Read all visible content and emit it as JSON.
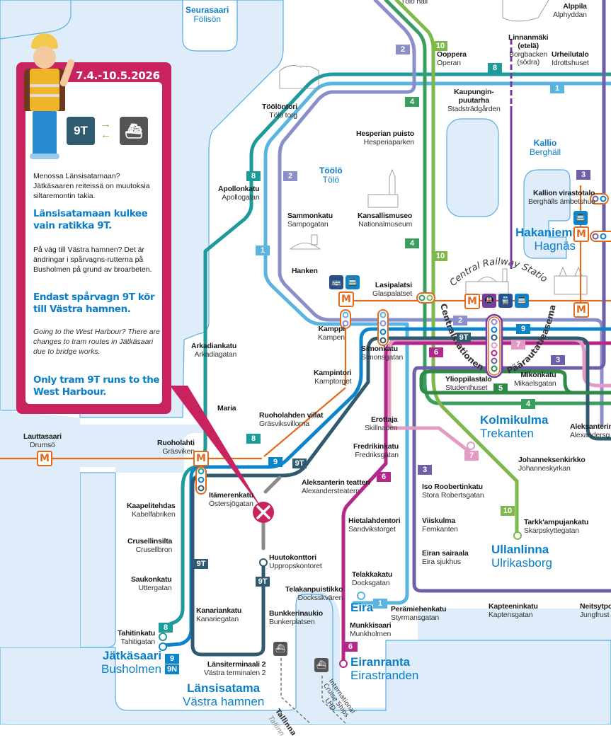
{
  "map": {
    "colors": {
      "water": "#deedf9",
      "shore": "#5aaee0",
      "metro": "#e06b1f",
      "line_1": "#5ab4e0",
      "line_2": "#8b8fc9",
      "line_3": "#6f5fa8",
      "line_4": "#3a9e5f",
      "line_5": "#2e8a45",
      "line_6": "#b3288a",
      "line_7": "#e39bc4",
      "line_8": "#1d9a9a",
      "line_9": "#0c84c9",
      "line_9T": "#2f5a70",
      "line_10": "#7cb84a",
      "alert": "#c8235f",
      "district_text": "#0a7fc8"
    },
    "route_badges": [
      {
        "id": "b2-top",
        "label": "2",
        "line": "2"
      },
      {
        "id": "b10-top",
        "label": "10",
        "line": "10"
      },
      {
        "id": "b8-top",
        "label": "8",
        "line": "8"
      },
      {
        "id": "b1-top",
        "label": "1",
        "line": "1"
      },
      {
        "id": "b4-top",
        "label": "4",
        "line": "4"
      },
      {
        "id": "b8-left",
        "label": "8",
        "line": "8"
      },
      {
        "id": "b2-left",
        "label": "2",
        "line": "2"
      },
      {
        "id": "b1-left",
        "label": "1",
        "line": "1"
      },
      {
        "id": "b4-mid",
        "label": "4",
        "line": "4"
      },
      {
        "id": "b10-mid",
        "label": "10",
        "line": "10"
      },
      {
        "id": "b3-right",
        "label": "3",
        "line": "3"
      },
      {
        "id": "b2-center",
        "label": "2",
        "line": "2"
      },
      {
        "id": "b9-center",
        "label": "9",
        "line": "9"
      },
      {
        "id": "b9T-center",
        "label": "9T",
        "line": "9T"
      },
      {
        "id": "b7-center",
        "label": "7",
        "line": "7"
      },
      {
        "id": "b6-center",
        "label": "6",
        "line": "6"
      },
      {
        "id": "b3-center",
        "label": "3",
        "line": "3"
      },
      {
        "id": "b5-center",
        "label": "5",
        "line": "5"
      },
      {
        "id": "b4-center",
        "label": "4",
        "line": "4"
      },
      {
        "id": "b7-south",
        "label": "7",
        "line": "7"
      },
      {
        "id": "b3-south",
        "label": "3",
        "line": "3"
      },
      {
        "id": "b6-south",
        "label": "6",
        "line": "6"
      },
      {
        "id": "b10-south",
        "label": "10",
        "line": "10"
      },
      {
        "id": "b8-maria",
        "label": "8",
        "line": "8"
      },
      {
        "id": "b9-ruoho",
        "label": "9",
        "line": "9"
      },
      {
        "id": "b9T-ruoho",
        "label": "9T",
        "line": "9T"
      },
      {
        "id": "b9T-west",
        "label": "9T",
        "line": "9T"
      },
      {
        "id": "b9T-huuto",
        "label": "9T",
        "line": "9T"
      },
      {
        "id": "b8-tahiti",
        "label": "8",
        "line": "8"
      },
      {
        "id": "b9-jatka",
        "label": "9",
        "line": "9"
      },
      {
        "id": "b9N-jatka",
        "label": "9N",
        "line": "9"
      },
      {
        "id": "b1-eira",
        "label": "1",
        "line": "1"
      },
      {
        "id": "b6-eira",
        "label": "6",
        "line": "6"
      }
    ],
    "stops": [
      {
        "id": "toolo-hall",
        "fi": "",
        "sv": "Tölö hall"
      },
      {
        "id": "ooppera",
        "fi": "Ooppera",
        "sv": "Operan"
      },
      {
        "id": "kaupunginpuutarha",
        "fi": "Kaupungin-\npuutarha",
        "sv": "Stadsträdgården"
      },
      {
        "id": "linnanmaki",
        "fi": "Linnanmäki\n(etelä)",
        "sv": "Borgbacken\n(södra)"
      },
      {
        "id": "urheilutalo",
        "fi": "Urheilutalo",
        "sv": "Idrottshuset"
      },
      {
        "id": "alppila",
        "fi": "Alppila",
        "sv": "Alphyddan"
      },
      {
        "id": "toolontori",
        "fi": "Töölöntori",
        "sv": "Tölö torg"
      },
      {
        "id": "hesperian-puisto",
        "fi": "Hesperian puisto",
        "sv": "Hesperiaparken"
      },
      {
        "id": "apollonkatu",
        "fi": "Apollonkatu",
        "sv": "Apollogatan"
      },
      {
        "id": "sammonkatu",
        "fi": "Sammonkatu",
        "sv": "Sampogatan"
      },
      {
        "id": "kansallismuseo",
        "fi": "Kansallismuseo",
        "sv": "Nationalmuseum"
      },
      {
        "id": "kallion-virastotalo",
        "fi": "Kallion virastotalo",
        "sv": "Berghälls ämbetshus"
      },
      {
        "id": "hanken",
        "fi": "Hanken",
        "sv": ""
      },
      {
        "id": "lasipalatsi",
        "fi": "Lasipalatsi",
        "sv": "Glaspalatset"
      },
      {
        "id": "kamppi",
        "fi": "Kamppi",
        "sv": "Kampen"
      },
      {
        "id": "simonkatu",
        "fi": "Simonkatu",
        "sv": "Simonsgatan"
      },
      {
        "id": "arkadiankatu",
        "fi": "Arkadiankatu",
        "sv": "Arkadiagatan"
      },
      {
        "id": "kampintori",
        "fi": "Kampintori",
        "sv": "Kamptorget"
      },
      {
        "id": "ylioppilastalo",
        "fi": "Ylioppilastalo",
        "sv": "Studenthuset"
      },
      {
        "id": "mikonkatu",
        "fi": "Mikonkatu",
        "sv": "Mikaelsgatan"
      },
      {
        "id": "maria",
        "fi": "Maria",
        "sv": ""
      },
      {
        "id": "ruoholahden-villat",
        "fi": "Ruoholahden villat",
        "sv": "Gräsviksvillorna"
      },
      {
        "id": "erottaja",
        "fi": "Erottaja",
        "sv": "Skillnaden"
      },
      {
        "id": "aleksanterinkatu",
        "fi": "Aleksanterin",
        "sv": "Alexandersg"
      },
      {
        "id": "lauttasaari",
        "fi": "Lauttasaari",
        "sv": "Drumsö"
      },
      {
        "id": "ruoholahti",
        "fi": "Ruoholahti",
        "sv": "Gräsviken"
      },
      {
        "id": "fredrikinkatu",
        "fi": "Fredrikinkatu",
        "sv": "Fredriksgatan"
      },
      {
        "id": "johanneksenkirkko",
        "fi": "Johanneksenkirkko",
        "sv": "Johanneskyrkan"
      },
      {
        "id": "itamerenkatu",
        "fi": "Itämerenkatu",
        "sv": "Östersjögatan"
      },
      {
        "id": "aleksanterin-teatteri",
        "fi": "Aleksanterin teatteri",
        "sv": "Alexandersteatern"
      },
      {
        "id": "iso-roobertinkatu",
        "fi": "Iso Roobertinkatu",
        "sv": "Stora Robertsgatan"
      },
      {
        "id": "kaapelitehdas",
        "fi": "Kaapelitehdas",
        "sv": "Kabelfabriken"
      },
      {
        "id": "hietalahdentori",
        "fi": "Hietalahdentori",
        "sv": "Sandvikstorget"
      },
      {
        "id": "viiskulma",
        "fi": "Viiskulma",
        "sv": "Femkanten"
      },
      {
        "id": "tarkampujankatu",
        "fi": "Tarkk'ampujankatu",
        "sv": "Skarpskyttegatan"
      },
      {
        "id": "crusellinsilta",
        "fi": "Crusellinsilta",
        "sv": "Crusellbron"
      },
      {
        "id": "huutokonttori",
        "fi": "Huutokonttori",
        "sv": "Uppropskontoret"
      },
      {
        "id": "eiran-sairaala",
        "fi": "Eiran sairaala",
        "sv": "Eira sjukhus"
      },
      {
        "id": "saukonkatu",
        "fi": "Saukonkatu",
        "sv": "Uttergatan"
      },
      {
        "id": "telakkakatu",
        "fi": "Telakkakatu",
        "sv": "Docksgatan"
      },
      {
        "id": "telakanpuistikko",
        "fi": "Telakanpuistikko",
        "sv": "Docksskvären"
      },
      {
        "id": "kanariankatu",
        "fi": "Kanariankatu",
        "sv": "Kanariegatan"
      },
      {
        "id": "bunkkerinaukio",
        "fi": "Bunkkerinaukio",
        "sv": "Bunkerplatsen"
      },
      {
        "id": "peramiehenkatu",
        "fi": "Perämiehenkatu",
        "sv": "Styrmansgatan"
      },
      {
        "id": "kapteeninkatu",
        "fi": "Kapteeninkatu",
        "sv": "Kaptensgatan"
      },
      {
        "id": "neitsytpolku",
        "fi": "Neitsytpo",
        "sv": "Jungfrust"
      },
      {
        "id": "munkkisaari",
        "fi": "Munkkisaari",
        "sv": "Munkholmen"
      },
      {
        "id": "tahitinkatu",
        "fi": "Tahitinkatu",
        "sv": "Tahitigatan"
      },
      {
        "id": "lansiterminaali",
        "fi": "Länsiterminaali 2",
        "sv": "Västra terminalen 2"
      }
    ],
    "districts": [
      {
        "id": "seurasaari",
        "fi": "Seurasaari",
        "sv": "Fölisön"
      },
      {
        "id": "toolo",
        "fi": "Töölö",
        "sv": "Tölö"
      },
      {
        "id": "kallio",
        "fi": "Kallio",
        "sv": "Berghäll"
      },
      {
        "id": "hakaniemi",
        "fi": "Hakaniemi",
        "sv": "Hagnäs"
      },
      {
        "id": "kolmikulma",
        "fi": "Kolmikulma",
        "sv": "Trekanten"
      },
      {
        "id": "ullanlinna",
        "fi": "Ullanlinna",
        "sv": "Ulrikasborg"
      },
      {
        "id": "jatkasaari",
        "fi": "Jätkäsaari",
        "sv": "Busholmen"
      },
      {
        "id": "lansisatama",
        "fi": "Länsisatama",
        "sv": "Västra hamnen"
      },
      {
        "id": "eira",
        "fi": "Eira",
        "sv": ""
      },
      {
        "id": "eiranranta",
        "fi": "Eiranranta",
        "sv": "Eirastranden"
      }
    ],
    "central_station": {
      "en": "Central Railway Station",
      "sv": "Centralstationen",
      "fi": "Päärautatieasema"
    },
    "ferry_routes": {
      "tallinna_fi": "Tallinna",
      "tallinna_sv": "Tallinn",
      "international": "International\nCruise Ships\nLHD"
    },
    "metro_label": "M",
    "closure_icon": "x-closed-icon"
  },
  "info_panel": {
    "date_range": "7.4.-10.5.2026",
    "route_badge": "9T",
    "fi_text": "Menossa Länsisatamaan? Jätkäsaaren reiteissä on muutoksia siltaremontin takia.",
    "fi_highlight": "Länsisatamaan kulkee vain ratikka 9T.",
    "sv_text": "På väg till Västra hamnen? Det är ändringar i spårvagns-rutterna på Busholmen på grund av broarbeten.",
    "sv_highlight": "Endast spårvagn 9T kör till Västra hamnen.",
    "en_text": "Going to the West Harbour? There are changes to tram routes in Jätkäsaari due to bridge works.",
    "en_highlight": "Only tram 9T runs to the West Harbour."
  }
}
